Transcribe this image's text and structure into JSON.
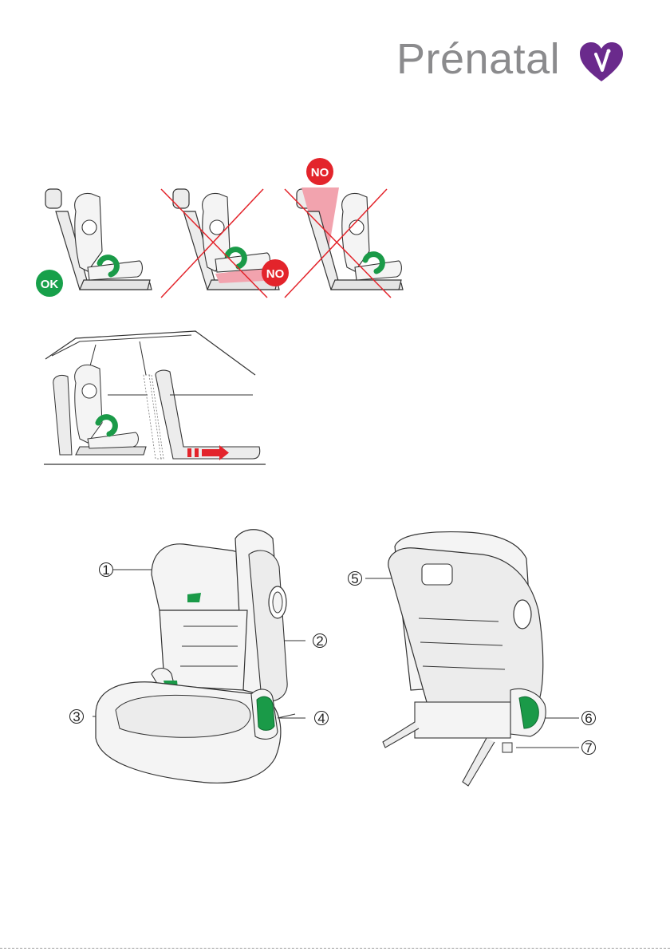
{
  "brand": {
    "name": "Prénatal",
    "heart_color": "#6a2a8c",
    "text_color": "#8b8b8d"
  },
  "figures": {
    "ok_badge": "OK",
    "no_badge_1": "NO",
    "no_badge_2": "NO"
  },
  "callouts": [
    {
      "num": "1"
    },
    {
      "num": "2"
    },
    {
      "num": "3"
    },
    {
      "num": "4"
    },
    {
      "num": "5"
    },
    {
      "num": "6"
    },
    {
      "num": "7"
    }
  ],
  "colors": {
    "ok_green": "#17a04a",
    "no_red": "#e3242b",
    "accent_green": "#1a9a48",
    "pink": "#f2a3ae",
    "line": "#333333",
    "seat_fill": "#ececec"
  }
}
